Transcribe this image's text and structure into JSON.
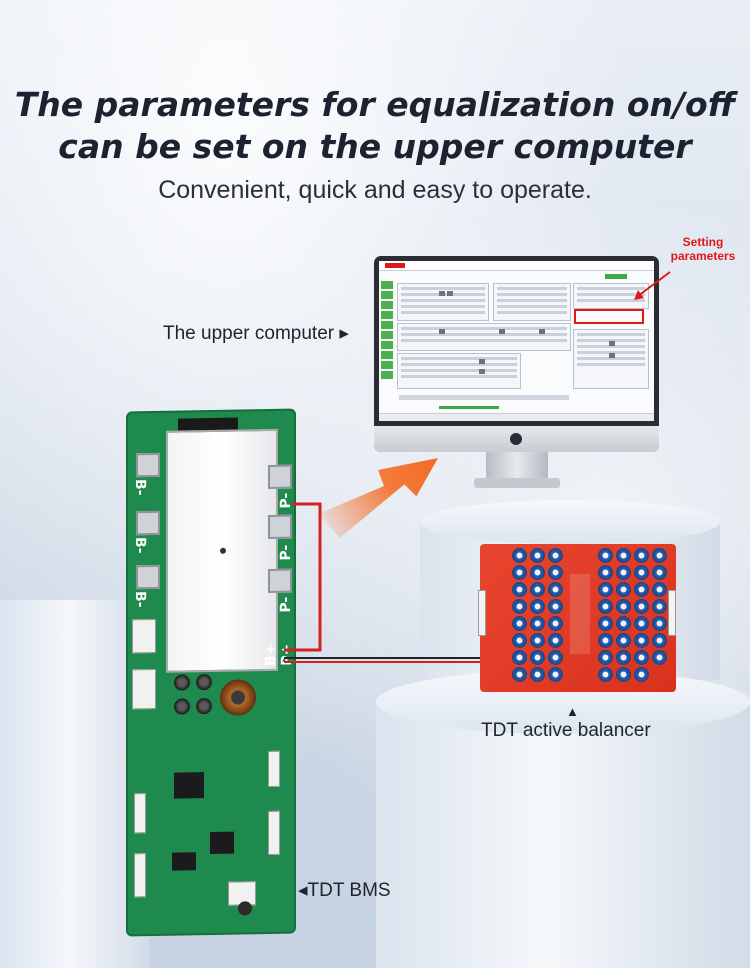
{
  "headline": {
    "line1": "The parameters for equalization on/off",
    "line2": "can be set on the upper computer"
  },
  "subheadline": "Convenient, quick and easy to operate.",
  "callouts": {
    "setting_parameters_line1": "Setting",
    "setting_parameters_line2": "parameters",
    "upper_computer": "The upper computer ▸",
    "active_balancer_marker": "▲",
    "active_balancer": "TDT active balancer",
    "bms": "◂TDT BMS"
  },
  "bms_labels": {
    "b_minus_1": "B-",
    "b_minus_2": "B-",
    "b_minus_3": "B-",
    "p_minus_1": "P-",
    "p_minus_2": "P-",
    "p_minus_3": "P-",
    "b_plus_p_plus": "B+ P+"
  },
  "colors": {
    "highlight_red": "#e01818",
    "arrow_orange": "#f36a25",
    "pcb_green": "#1f8a4e",
    "balancer_red": "#d8321e",
    "software_green": "#3fa845"
  }
}
